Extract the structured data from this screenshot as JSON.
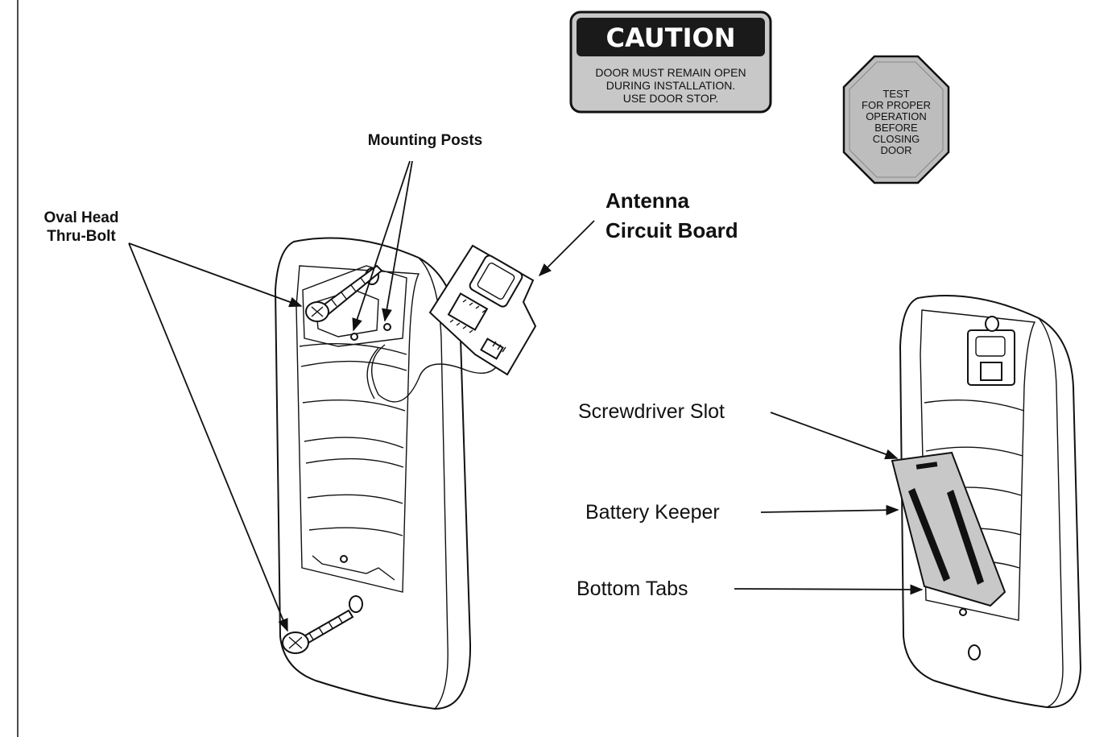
{
  "caution_sign": {
    "heading": "CAUTION",
    "line1": "DOOR MUST REMAIN OPEN",
    "line2": "DURING INSTALLATION.",
    "line3": "USE DOOR STOP."
  },
  "test_sign": {
    "line1": "TEST",
    "line2": "FOR PROPER",
    "line3": "OPERATION",
    "line4": "BEFORE",
    "line5": "CLOSING",
    "line6": "DOOR"
  },
  "labels": {
    "mounting_posts": "Mounting Posts",
    "oval_head_line1": "Oval Head",
    "oval_head_line2": "Thru-Bolt",
    "antenna_line1": "Antenna",
    "antenna_line2": "Circuit Board",
    "screwdriver_slot": "Screwdriver Slot",
    "battery_keeper": "Battery Keeper",
    "bottom_tabs": "Bottom Tabs"
  },
  "colors": {
    "caution_header": "#1a1a1a",
    "caution_body": "#c8c8c8",
    "octagon_fill": "#bdbdbd",
    "battery_keeper_fill": "#c8c8c8"
  }
}
